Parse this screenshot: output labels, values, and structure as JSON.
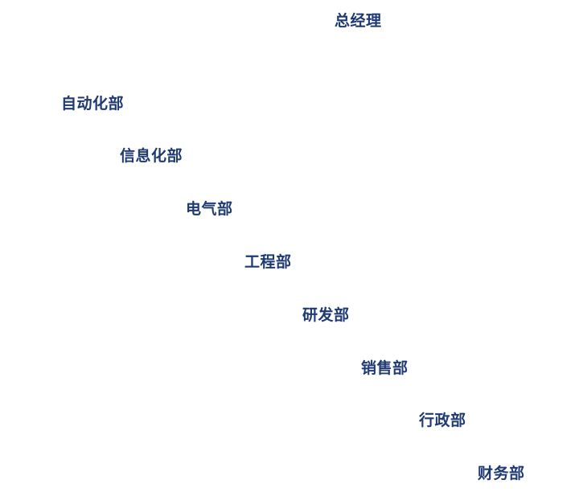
{
  "org": {
    "root": "总经理",
    "departments": [
      "自动化部",
      "信息化部",
      "电气部",
      "工程部",
      "研发部",
      "销售部",
      "行政部",
      "财务部"
    ]
  },
  "colors": {
    "node_text": "#1f3a73",
    "background": "#ffffff"
  }
}
